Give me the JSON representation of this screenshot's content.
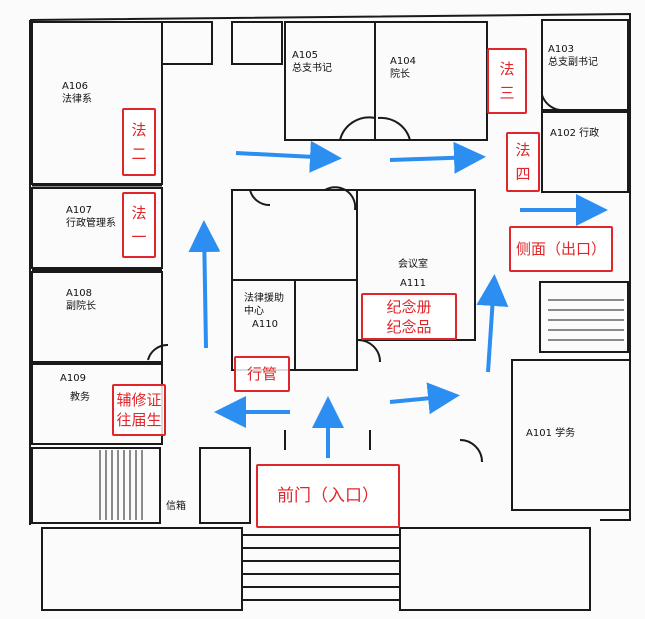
{
  "rooms": {
    "a106": {
      "code": "A106",
      "name": "法律系"
    },
    "a107": {
      "code": "A107",
      "name": "行政管理系"
    },
    "a108": {
      "code": "A108",
      "name": "副院长"
    },
    "a109": {
      "code": "A109",
      "name": "教务"
    },
    "a105": {
      "code": "A105",
      "name": "总支书记"
    },
    "a104": {
      "code": "A104",
      "name": "院长"
    },
    "a103": {
      "code": "A103",
      "name": "总支副书记"
    },
    "a102": {
      "code": "A102",
      "name": "行政"
    },
    "a111": {
      "code": "A111",
      "name": "会议室"
    },
    "a110": {
      "code": "A110",
      "name_line1": "法律援助",
      "name_line2": "中心"
    },
    "a101": {
      "code": "A101",
      "name": "学务"
    },
    "mailbox": "信箱"
  },
  "tags": {
    "fa_er": [
      "法",
      "二"
    ],
    "fa_yi": [
      "法",
      "一"
    ],
    "fa_san": [
      "法",
      "三"
    ],
    "fa_si": [
      "法",
      "四"
    ],
    "exit": "侧面（出口）",
    "souvenir_line1": "纪念册",
    "souvenir_line2": "纪念品",
    "xingguan": "行管",
    "repair_line1": "辅修证",
    "repair_line2": "往届生",
    "entrance": "前门（入口）"
  },
  "colors": {
    "annotation_red": "#e0262a",
    "arrow_blue": "#2b8ef0",
    "wall": "#1a1a1a"
  }
}
